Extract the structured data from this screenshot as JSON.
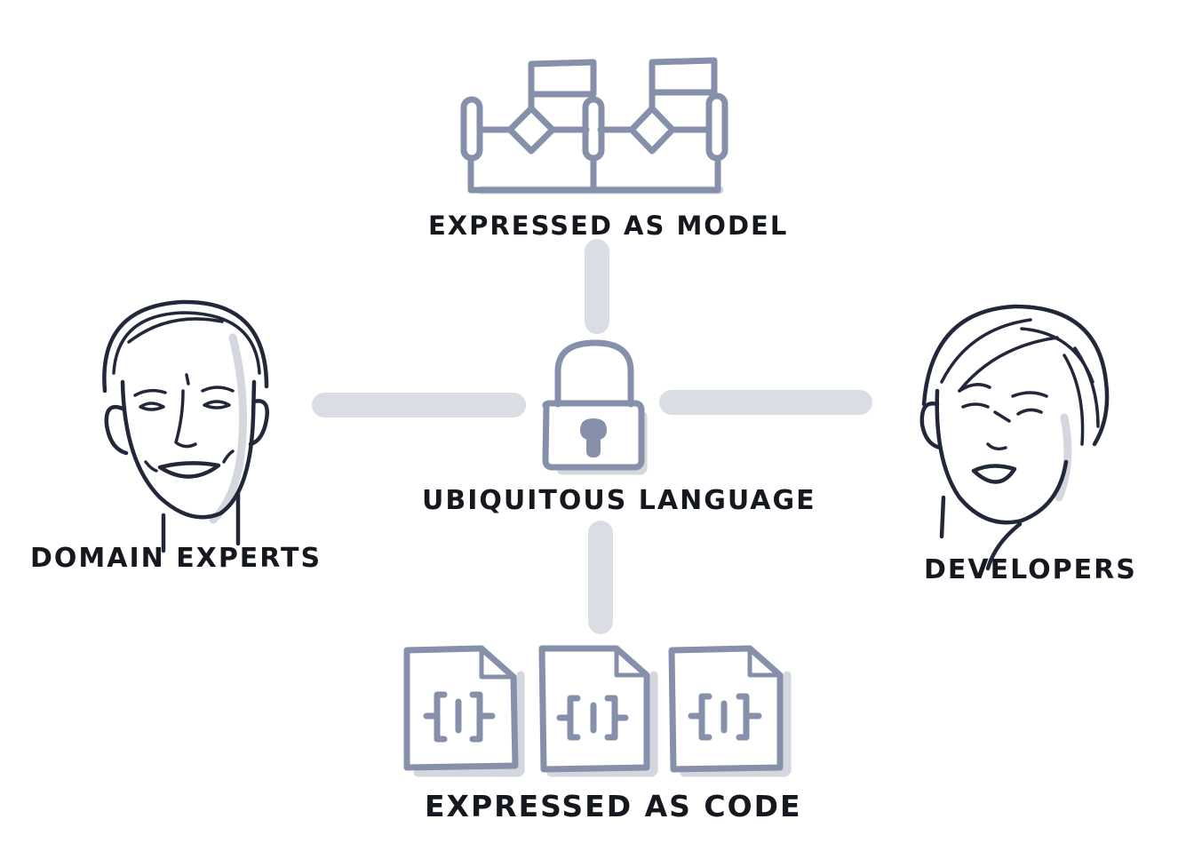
{
  "labels": {
    "model": "EXPRESSED AS MODEL",
    "ubiquitous_language": "UBIQUITOUS LANGUAGE",
    "domain_experts": "DOMAIN EXPERTS",
    "developers": "DEVELOPERS",
    "code": "EXPRESSED AS CODE"
  },
  "colors": {
    "ink": "#23273a",
    "accent_slate": "#8790ab",
    "connector_gray": "#dadde3",
    "shadow_gray": "#d4d7dd",
    "background": "#ffffff"
  },
  "icons": [
    "model-diagram-icon",
    "padlock-icon",
    "domain-expert-face-icon",
    "developer-face-icon",
    "code-file-icon"
  ]
}
